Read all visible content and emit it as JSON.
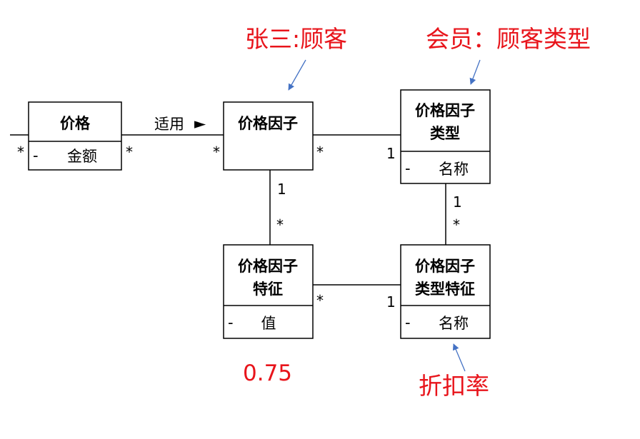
{
  "classes": {
    "price": {
      "name": "价格",
      "attr_visibility": "-",
      "attr": "金额"
    },
    "price_factor": {
      "name": "价格因子"
    },
    "price_factor_type": {
      "name_line1": "价格因子",
      "name_line2": "类型",
      "attr_visibility": "-",
      "attr": "名称"
    },
    "price_factor_feature": {
      "name_line1": "价格因子",
      "name_line2": "特征",
      "attr_visibility": "-",
      "attr": "值"
    },
    "price_factor_type_feature": {
      "name_line1": "价格因子",
      "name_line2": "类型特征",
      "attr_visibility": "-",
      "attr": "名称"
    }
  },
  "associations": {
    "applies": {
      "label": "适用",
      "direction_glyph": "►"
    }
  },
  "multiplicities": {
    "price_left": "*",
    "price_right": "*",
    "factor_left": "*",
    "factor_right": "*",
    "factor_bottom": "1",
    "feature_top": "*",
    "feature_right": "*",
    "type_left": "1",
    "type_bottom": "1",
    "type_feature_top": "*",
    "type_feature_left": "1"
  },
  "annotations": {
    "zhangsan": "张三:顾客",
    "member": "会员：顾客类型",
    "value": "0.75",
    "discount": "折扣率"
  },
  "colors": {
    "annotation": "#e8141b",
    "pointer_arrow": "#4472c4"
  }
}
